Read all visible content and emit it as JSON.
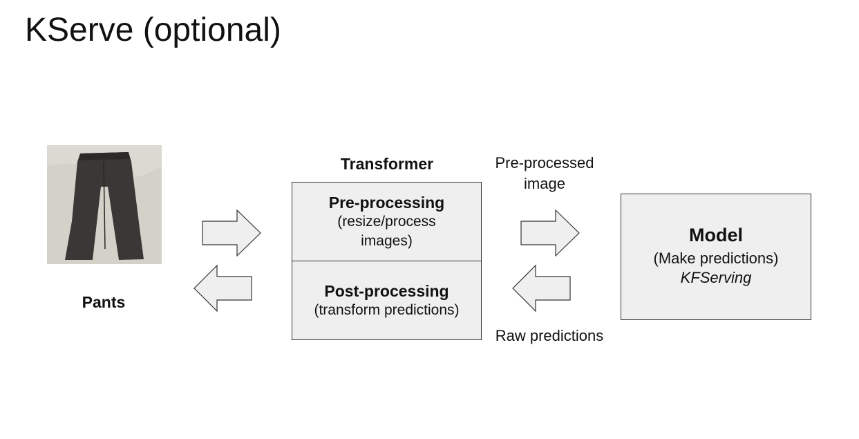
{
  "slide": {
    "title": "KServe (optional)"
  },
  "input": {
    "label": "Pants"
  },
  "transformer": {
    "label": "Transformer",
    "pre": {
      "title": "Pre-processing",
      "line1": "(resize/process",
      "line2": "images)"
    },
    "post": {
      "title": "Post-processing",
      "line1": "(transform predictions)"
    }
  },
  "flows": {
    "pre_processed_line1": "Pre-processed",
    "pre_processed_line2": "image",
    "raw_predictions": "Raw predictions"
  },
  "model": {
    "title": "Model",
    "line1": "(Make predictions)",
    "line2": "KFServing"
  },
  "colors": {
    "box_fill": "#efefef",
    "arrow_fill": "#efefef",
    "stroke": "#333333"
  }
}
